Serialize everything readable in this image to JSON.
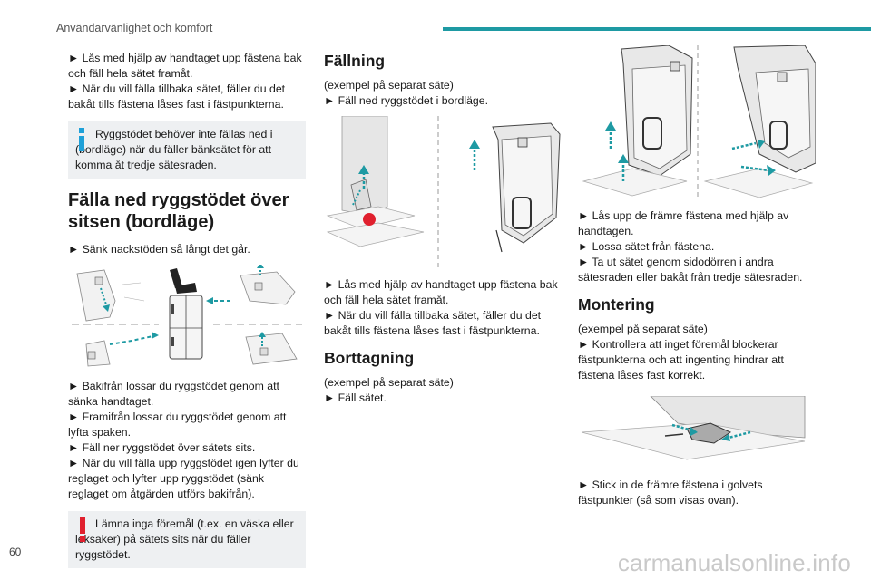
{
  "header": {
    "title": "Användarvänlighet och komfort"
  },
  "page_number": "60",
  "watermark": "carmanualsonline.info",
  "col1": {
    "p1": "► Lås med hjälp av handtaget upp fästena bak och fäll hela sätet framåt.",
    "p2": "► När du vill fälla tillbaka sätet, fäller du det bakåt tills fästena låses fast i fästpunkterna.",
    "note1": "Ryggstödet behöver inte fällas ned i (bordläge) när du fäller bänksätet för att komma åt tredje sätesraden.",
    "heading": "Fälla ned ryggstödet över sitsen (bordläge)",
    "p3": "► Sänk nackstöden så långt det går.",
    "p4": "► Bakifrån lossar du ryggstödet genom att sänka handtaget.",
    "p5": "► Framifrån lossar du ryggstödet genom att lyfta spaken.",
    "p6": "► Fäll ner ryggstödet över sätets sits.",
    "p7": "► När du vill fälla upp ryggstödet igen lyfter du reglaget och lyfter upp ryggstödet (sänk reglaget om åtgärden utförs bakifrån).",
    "warning": "Lämna inga föremål (t.ex. en väska eller leksaker) på sätets sits när du fäller ryggstödet."
  },
  "col2": {
    "heading1": "Fällning",
    "sub1": "(exempel på separat säte)",
    "p1": "► Fäll ned ryggstödet i bordläge.",
    "p2": "► Lås med hjälp av handtaget upp fästena bak och fäll hela sätet framåt.",
    "p3": "► När du vill fälla tillbaka sätet, fäller du det bakåt tills fästena låses fast i fästpunkterna.",
    "heading2": "Borttagning",
    "sub2": "(exempel på separat säte)",
    "p4": "► Fäll sätet."
  },
  "col3": {
    "p1": "► Lås upp de främre fästena med hjälp av handtagen.",
    "p2": "► Lossa sätet från fästena.",
    "p3": "► Ta ut sätet genom sidodörren i andra sätesraden eller bakåt från tredje sätesraden.",
    "heading": "Montering",
    "sub": "(exempel på separat säte)",
    "p4": "► Kontrollera att inget föremål blockerar fästpunkterna och att ingenting hindrar att fästena låses fast korrekt.",
    "p5": "► Stick in de främre fästena i golvets fästpunkter (så som visas ovan)."
  },
  "colors": {
    "accent": "#1e9aa3",
    "note_bg": "#eef0f2",
    "info_icon": "#1ea0d8",
    "warning_icon": "#e0202e",
    "arrow": "#1e9aa3"
  }
}
